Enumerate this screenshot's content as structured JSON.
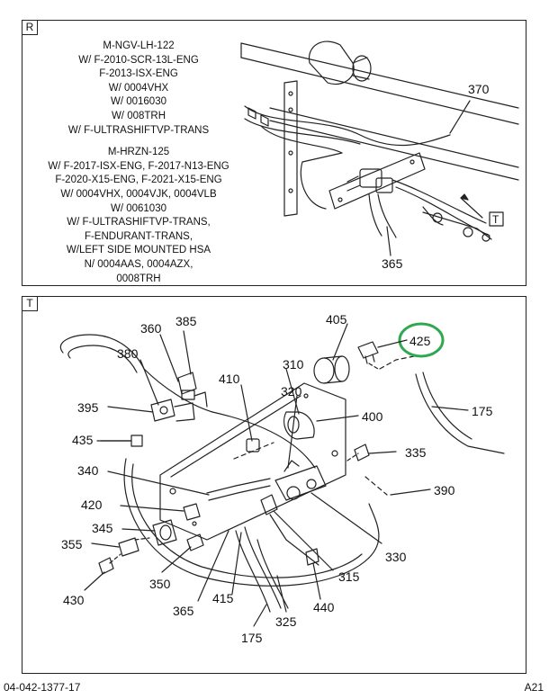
{
  "panels": {
    "R": {
      "tag": "R"
    },
    "T": {
      "tag": "T"
    }
  },
  "notes": [
    "M-NGV-LH-122",
    "W/ F-2010-SCR-13L-ENG",
    "F-2013-ISX-ENG",
    "W/ 0004VHX",
    "W/ 0016030",
    "W/ 008TRH",
    "W/ F-ULTRASHIFTVP-TRANS",
    "",
    "M-HRZN-125",
    "W/ F-2017-ISX-ENG, F-2017-N13-ENG",
    "F-2020-X15-ENG, F-2021-X15-ENG",
    "W/ 0004VHX, 0004VJK, 0004VLB",
    "W/ 0061030",
    "W/ F-ULTRASHIFTVP-TRANS,",
    "F-ENDURANT-TRANS,",
    "W/LEFT SIDE MOUNTED HSA",
    "N/ 0004AAS, 0004AZX,",
    "0008TRH"
  ],
  "top_callouts": {
    "c370": "370",
    "c365": "365",
    "view_tag": "T"
  },
  "callouts": {
    "c385": "385",
    "c360": "360",
    "c380": "380",
    "c405": "405",
    "c425": "425",
    "c410": "410",
    "c310": "310",
    "c320": "320",
    "c400": "400",
    "c395": "395",
    "c175a": "175",
    "c435": "435",
    "c335": "335",
    "c340": "340",
    "c390": "390",
    "c420": "420",
    "c345": "345",
    "c355": "355",
    "c330": "330",
    "c350": "350",
    "c315": "315",
    "c430": "430",
    "c365": "365",
    "c415": "415",
    "c440": "440",
    "c325": "325",
    "c175b": "175"
  },
  "highlight_color": "#2fa84f",
  "footer": {
    "doc_number": "04-042-1377-17",
    "page_ref": "A21"
  }
}
